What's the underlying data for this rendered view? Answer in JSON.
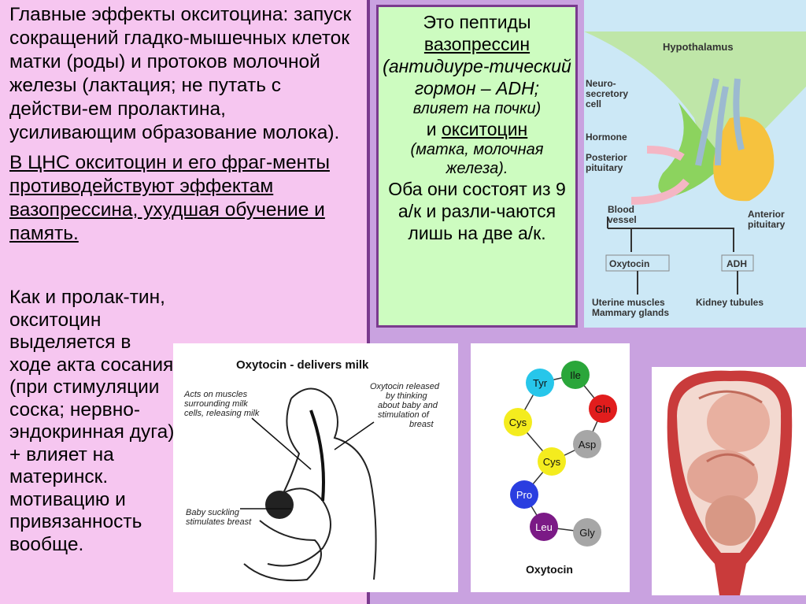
{
  "left": {
    "para1": "Главные эффекты окситоцина: запуск сокращений гладко-мышечных клеток матки (роды) и протоков молочной железы (лактация; не путать с действи-ем пролактина, усиливающим образование молока).",
    "para2": "В ЦНС окситоцин и его фраг-менты противодействуют эффектам вазопрессина, ухудшая обучение и память.",
    "para3": "Как и пролак-тин, окситоцин выделяется в ходе акта сосания (при стимуляции соска; нервно-эндокринная дуга) + влияет на материнск. мотивацию и привязанность вообще."
  },
  "center": {
    "line1": "Это пептиды",
    "line2": "вазопрессин",
    "line3": "(антидиуре-тический гормон – ADH;",
    "line4": "влияет на почки)",
    "line5a": "и",
    "line5b": "окситоцин",
    "line6": "(матка, молочная железа).",
    "line7": "Оба они состоят из 9 а/к и разли-чаются лишь на две а/к."
  },
  "hypothalamus_diagram": {
    "hypothalamus": "Hypothalamus",
    "neurosecretory": "Neuro-\nsecretory\ncell",
    "hormone": "Hormone",
    "posterior": "Posterior\npituitary",
    "blood": "Blood\nvessel",
    "anterior": "Anterior\npituitary",
    "oxytocin": "Oxytocin",
    "adh": "ADH",
    "uterine": "Uterine muscles\nMammary glands",
    "kidney": "Kidney tubules"
  },
  "milk_diagram": {
    "title": "Oxytocin - delivers milk",
    "left_note": "Acts on muscles\nsurrounding milk\ncells, releasing milk",
    "right_note": "Oxytocin released\nby thinking\nabout baby and\nstimulation of\nbreast",
    "bottom_note": "Baby suckling\nstimulates breast"
  },
  "oxytocin_structure": {
    "residues": [
      "Tyr",
      "Ile",
      "Cys",
      "Gln",
      "Cys",
      "Asp",
      "Pro",
      "Leu",
      "Gly"
    ],
    "caption": "Oxytocin"
  },
  "colors": {
    "left_bg": "#f6c6f0",
    "right_bg": "#c9a2e0",
    "green_box": "#cdfcc0",
    "border": "#7a3a8e",
    "Tyr": "#27c6ea",
    "Ile": "#2aa63a",
    "Cys": "#f4ec1e",
    "Gln": "#e11d1d",
    "Asp": "#a6a6a6",
    "Pro": "#2a3ee0",
    "Leu": "#7b1a86",
    "Gly": "#a6a6a6"
  }
}
